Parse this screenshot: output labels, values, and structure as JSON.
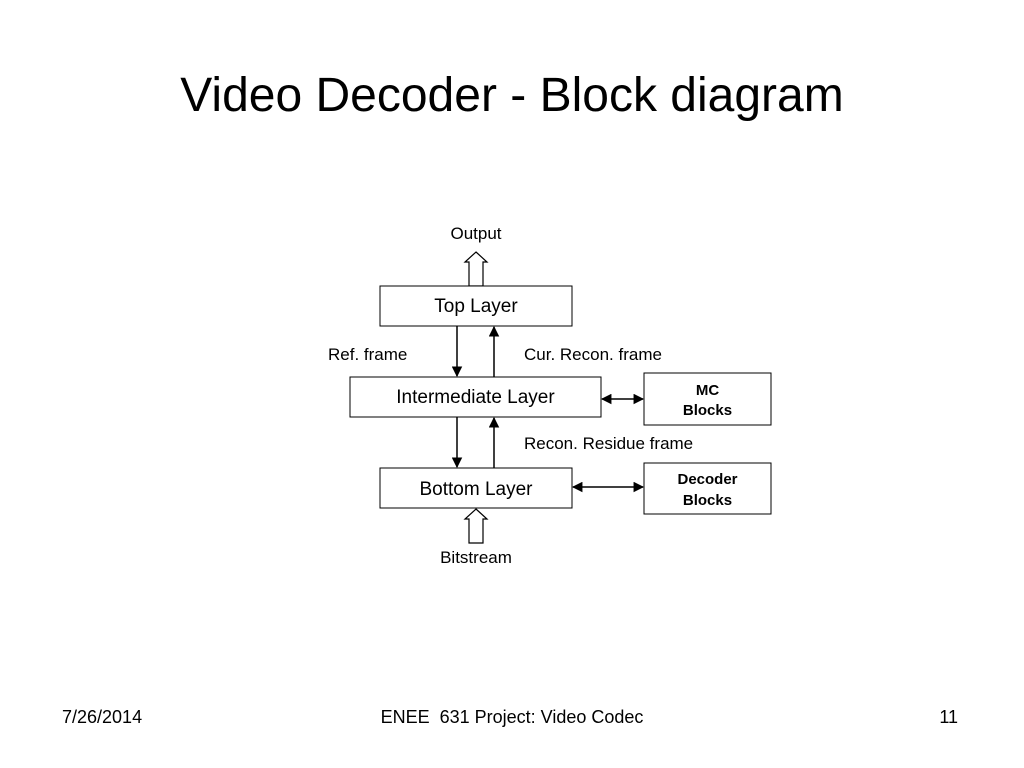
{
  "slide": {
    "title": "Video Decoder - Block diagram"
  },
  "diagram": {
    "output_label": "Output",
    "bitstream_label": "Bitstream",
    "top_layer": "Top Layer",
    "intermediate_layer": "Intermediate Layer",
    "bottom_layer": "Bottom Layer",
    "mc_blocks": [
      "MC",
      "Blocks"
    ],
    "decoder_blocks": [
      "Decoder",
      "Blocks"
    ],
    "ref_frame_label": "Ref. frame",
    "cur_recon_label": "Cur. Recon. frame",
    "recon_residue_label": "Recon. Residue frame"
  },
  "footer": {
    "date": "7/26/2014",
    "center": "ENEE  631 Project: Video Codec",
    "page": "11"
  }
}
